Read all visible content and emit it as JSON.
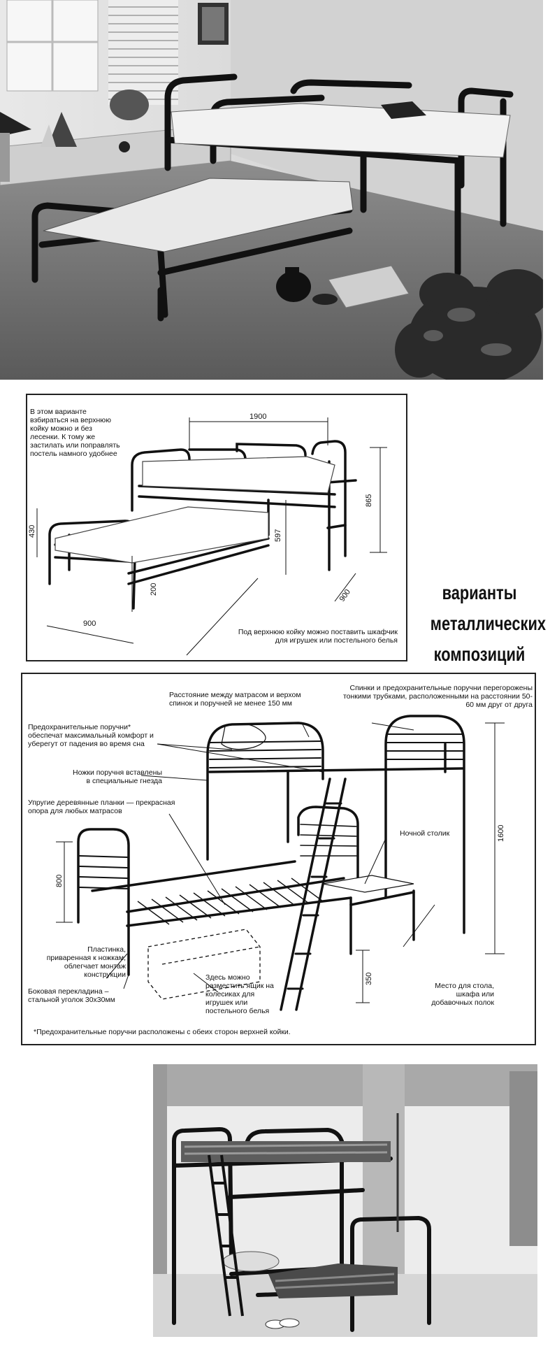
{
  "heading": {
    "line1": "варианты",
    "line2": "металлических",
    "line3": "композиций"
  },
  "diagram1": {
    "intro": "В этом варианте взбираться на верхнюю койку можно и без лесенки. К тому же застилать или поправлять постель намного удобнее",
    "dims": {
      "length": "1900",
      "height": "865",
      "clearance": "597",
      "head_height": "430",
      "bed_height": "200",
      "width_lower": "900",
      "width_upper": "900"
    },
    "caption": "Под верхнюю койку можно поставить шкафчик для игрушек или постельного белья"
  },
  "diagram2": {
    "top_center": "Расстояние между матрасом и верхом спинок и поручней не менее 150 мм",
    "top_right": "Спинки и предохранительные поручни перегорожены тонкими трубками, расположенными на расстоянии 50-60 мм друг от друга",
    "rails": "Предохранительные поручни* обеспечат максимальный комфорт и уберегут от падения во время сна",
    "sockets": "Ножки поручня вставлены в специальные гнезда",
    "slats": "Упругие деревянные планки — прекрасная опора для любых матрасов",
    "nightstand": "Ночной столик",
    "plate": "Пластинка, приваренная к ножкам, облегчает монтаж конструкции",
    "drawer": "Здесь можно разместить ящик на колесиках для игрушек или постельного белья",
    "corner": "Боковая перекладина – стальной уголок 30х30мм",
    "space": "Место для стола, шкафа или добавочных полок",
    "dims": {
      "total_height": "1600",
      "low_height": "800",
      "table_height": "350"
    },
    "footnote": "*Предохранительные поручни расположены с обеих сторон верхней койки."
  }
}
